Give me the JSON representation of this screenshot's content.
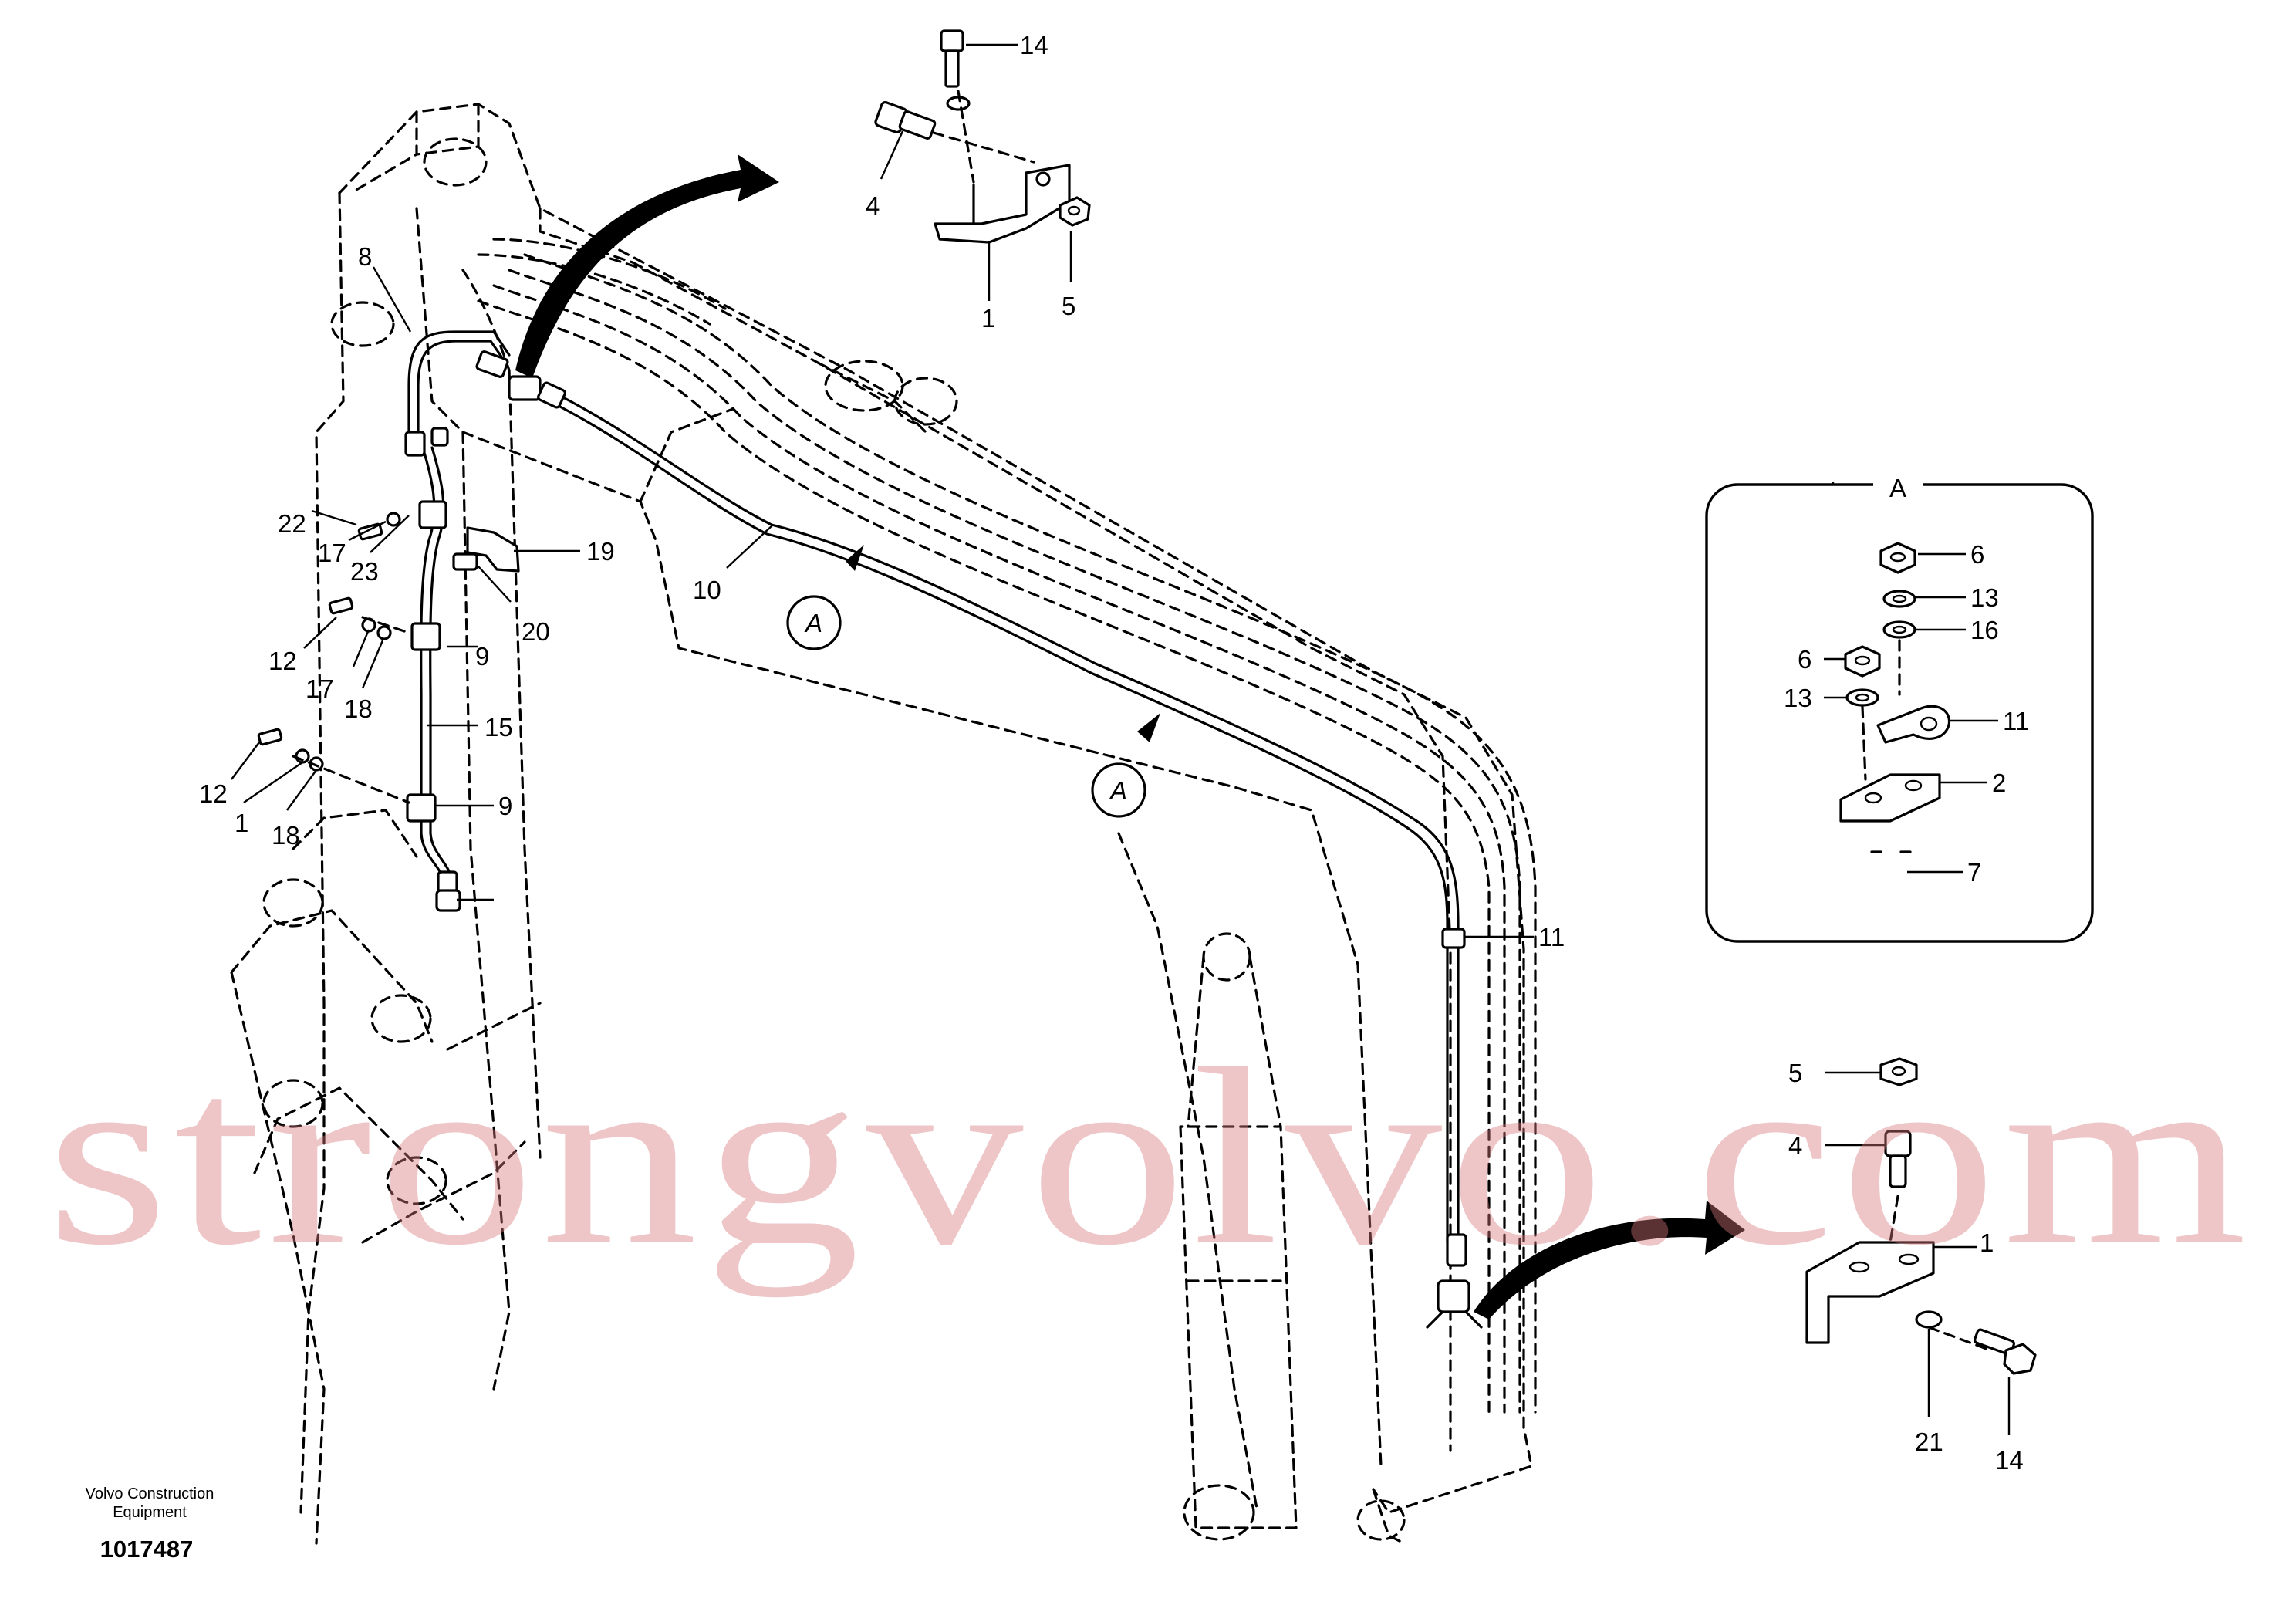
{
  "publisher": {
    "line1": "Volvo Construction",
    "line2": "Equipment",
    "drawing_number": "1017487"
  },
  "watermark": "strongvolvo.com",
  "detail_view": {
    "title": "A",
    "callouts": [
      "6",
      "13",
      "16",
      "6",
      "13",
      "11",
      "2",
      "7"
    ]
  },
  "section_markers": [
    "A",
    "A"
  ],
  "callouts": {
    "c14_top": "14",
    "c4_top": "4",
    "c1_top": "1",
    "c5_top": "5",
    "c8": "8",
    "c22": "22",
    "c17a": "17",
    "c23": "23",
    "c19": "19",
    "c20": "20",
    "c10": "10",
    "c12a": "12",
    "c17b": "17",
    "c18a": "18",
    "c9a": "9",
    "c15": "15",
    "c12b": "12",
    "c1_left": "1",
    "c18b": "18",
    "c9b": "9",
    "c11": "11",
    "c5_bot": "5",
    "c4_bot": "4",
    "c1_bot": "1",
    "c21": "21",
    "c14_bot": "14"
  }
}
